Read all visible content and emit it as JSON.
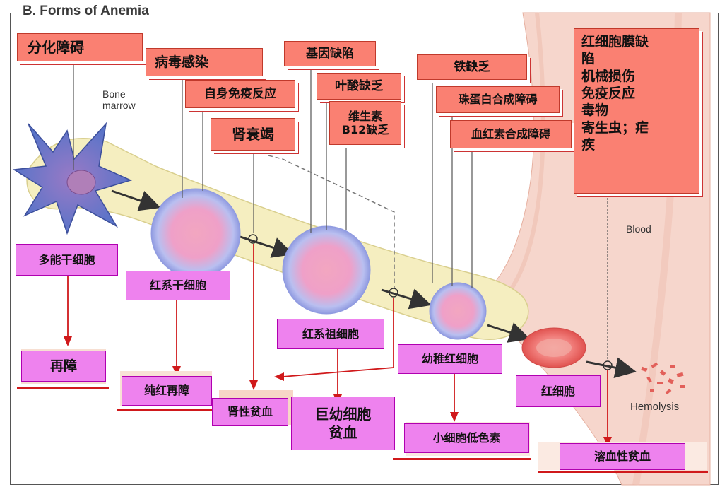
{
  "title": "B. Forms of Anemia",
  "labels": {
    "bone_marrow": "Bone\nmarrow",
    "blood": "Blood",
    "hemolysis": "Hemolysis"
  },
  "causes": {
    "differentiation": "分化障碍",
    "virus": "病毒感染",
    "autoimmune": "自身免疫反应",
    "renal_failure": "肾衰竭",
    "gene_defect": "基因缺陷",
    "folate": "叶酸缺乏",
    "b12": "维生素\nB12缺乏",
    "iron": "铁缺乏",
    "globin": "珠蛋白合成障碍",
    "heme": "血红素合成障碍",
    "hemolysis_causes": "红细胞膜缺\n陷\n机械损伤\n免疫反应\n毒物\n寄生虫；疟\n疾"
  },
  "cells": {
    "pluripotent": "多能干细胞",
    "erythroid_stem": "红系干细胞",
    "erythroid_progenitor": "红系祖细胞",
    "young_rbc": "幼稚红细胞",
    "rbc": "红细胞"
  },
  "anemias": {
    "aplastic": "再障",
    "pure_red": "纯红再障",
    "renal": "肾性贫血",
    "megaloblastic": "巨幼细胞\n贫血",
    "microcytic": "小细胞低色素",
    "hemolytic": "溶血性贫血"
  }
}
